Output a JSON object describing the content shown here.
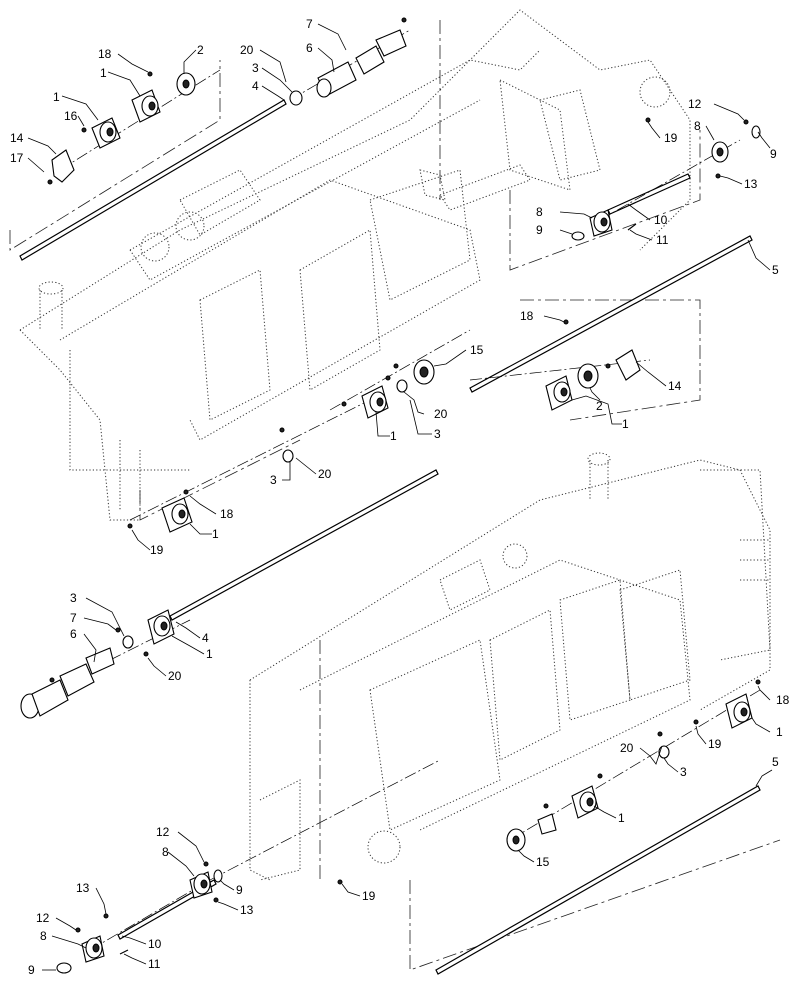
{
  "diagram": {
    "callouts": [
      {
        "id": "c-top-18",
        "text": "18"
      },
      {
        "id": "c-top-2",
        "text": "2"
      },
      {
        "id": "c-top-1a",
        "text": "1"
      },
      {
        "id": "c-top-1b",
        "text": "1"
      },
      {
        "id": "c-top-16",
        "text": "16"
      },
      {
        "id": "c-top-14",
        "text": "14"
      },
      {
        "id": "c-top-17",
        "text": "17"
      },
      {
        "id": "c-top-20",
        "text": "20"
      },
      {
        "id": "c-top-3",
        "text": "3"
      },
      {
        "id": "c-top-4",
        "text": "4"
      },
      {
        "id": "c-top-7",
        "text": "7"
      },
      {
        "id": "c-top-6",
        "text": "6"
      },
      {
        "id": "c-tr-12",
        "text": "12"
      },
      {
        "id": "c-tr-8a",
        "text": "8"
      },
      {
        "id": "c-tr-9a",
        "text": "9"
      },
      {
        "id": "c-tr-19",
        "text": "19"
      },
      {
        "id": "c-tr-13",
        "text": "13"
      },
      {
        "id": "c-tr-8b",
        "text": "8"
      },
      {
        "id": "c-tr-9b",
        "text": "9"
      },
      {
        "id": "c-tr-10",
        "text": "10"
      },
      {
        "id": "c-tr-11",
        "text": "11"
      },
      {
        "id": "c-tr-5",
        "text": "5"
      },
      {
        "id": "c-mid-18",
        "text": "18"
      },
      {
        "id": "c-mid-15",
        "text": "15"
      },
      {
        "id": "c-mid-2",
        "text": "2"
      },
      {
        "id": "c-mid-14",
        "text": "14"
      },
      {
        "id": "c-mid-1a",
        "text": "1"
      },
      {
        "id": "c-mid-20a",
        "text": "20"
      },
      {
        "id": "c-mid-3a",
        "text": "3"
      },
      {
        "id": "c-mid-1b",
        "text": "1"
      },
      {
        "id": "c-mid-3b",
        "text": "3"
      },
      {
        "id": "c-mid-20b",
        "text": "20"
      },
      {
        "id": "c-mid-18b",
        "text": "18"
      },
      {
        "id": "c-mid-19",
        "text": "19"
      },
      {
        "id": "c-mid-1c",
        "text": "1"
      },
      {
        "id": "c-bl-3",
        "text": "3"
      },
      {
        "id": "c-bl-7",
        "text": "7"
      },
      {
        "id": "c-bl-6",
        "text": "6"
      },
      {
        "id": "c-bl-20",
        "text": "20"
      },
      {
        "id": "c-bl-4",
        "text": "4"
      },
      {
        "id": "c-bl-1",
        "text": "1"
      },
      {
        "id": "c-br-18",
        "text": "18"
      },
      {
        "id": "c-br-1a",
        "text": "1"
      },
      {
        "id": "c-br-19a",
        "text": "19"
      },
      {
        "id": "c-br-20",
        "text": "20"
      },
      {
        "id": "c-br-3",
        "text": "3"
      },
      {
        "id": "c-br-5",
        "text": "5"
      },
      {
        "id": "c-br-1b",
        "text": "1"
      },
      {
        "id": "c-br-15",
        "text": "15"
      },
      {
        "id": "c-br-19b",
        "text": "19"
      },
      {
        "id": "c-bb-12a",
        "text": "12"
      },
      {
        "id": "c-bb-8a",
        "text": "8"
      },
      {
        "id": "c-bb-9a",
        "text": "9"
      },
      {
        "id": "c-bb-13a",
        "text": "13"
      },
      {
        "id": "c-bb-13b",
        "text": "13"
      },
      {
        "id": "c-bb-12b",
        "text": "12"
      },
      {
        "id": "c-bb-8b",
        "text": "8"
      },
      {
        "id": "c-bb-10",
        "text": "10"
      },
      {
        "id": "c-bb-9b",
        "text": "9"
      },
      {
        "id": "c-bb-11",
        "text": "11"
      }
    ]
  }
}
